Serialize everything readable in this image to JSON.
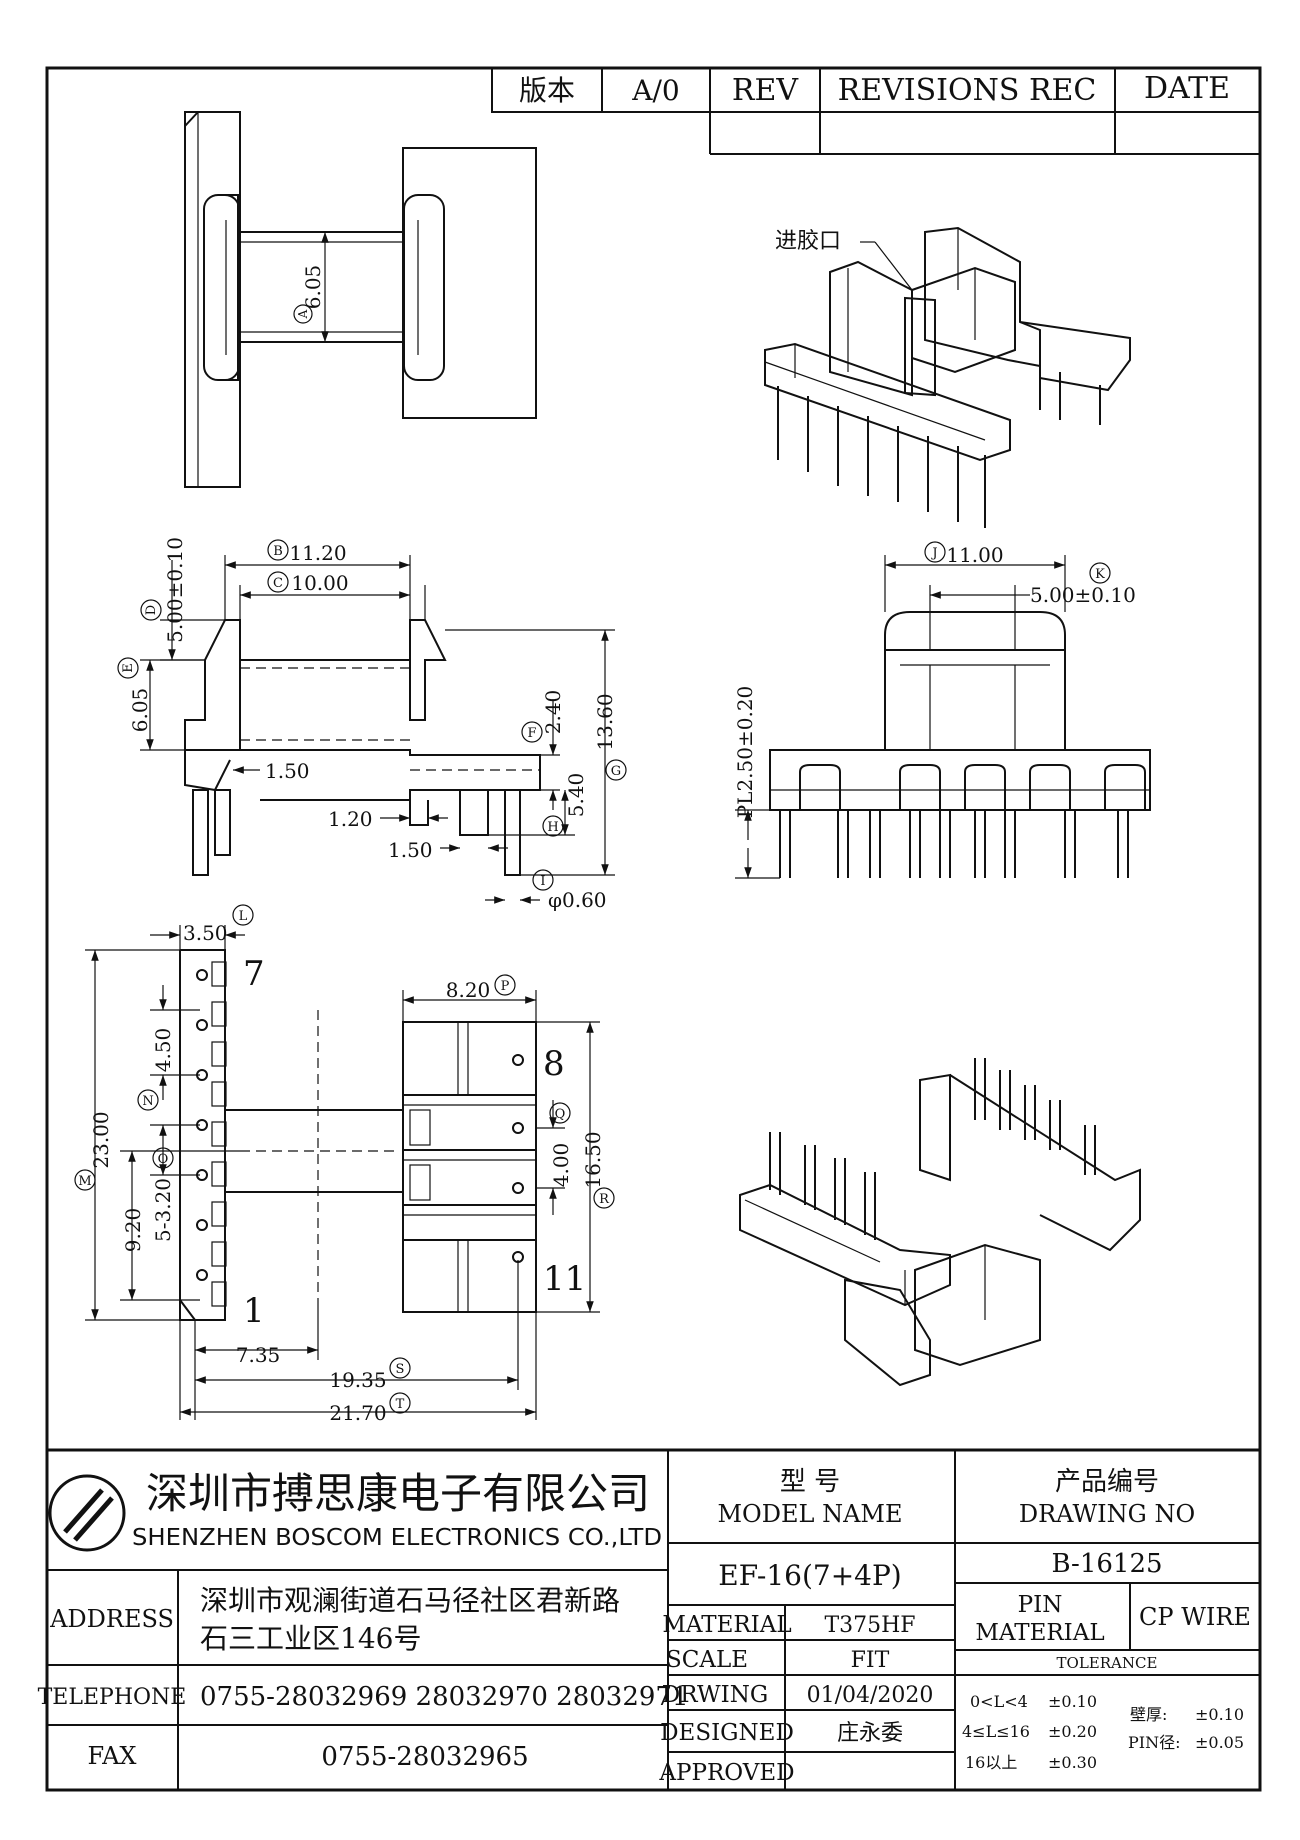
{
  "revision_block": {
    "version_label": "版本",
    "version_value": "A/0",
    "rev_label": "REV",
    "revisions_label": "REVISIONS REC",
    "date_label": "DATE"
  },
  "callouts": {
    "gate_label": "进胶口"
  },
  "dimensions": {
    "a_605": "6.05",
    "b_1120": "11.20",
    "c_1000": "10.00",
    "d_500": "5.00±0.10",
    "e_605": "6.05",
    "f_240": "2.40",
    "g_1360": "13.60",
    "h_540": "5.40",
    "d_150a": "1.50",
    "d_120": "1.20",
    "d_150b": "1.50",
    "i_060": "φ0.60",
    "j_1100": "11.00",
    "k_500": "5.00±0.10",
    "pl_250": "PL2.50±0.20",
    "l_350": "3.50",
    "m_2300": "23.00",
    "n_450": "4.50",
    "o_320": "5-3.20",
    "d_920": "9.20",
    "p_820": "8.20",
    "q_400": "4.00",
    "r_1650": "16.50",
    "d_735": "7.35",
    "s_1935": "19.35",
    "t_2170": "21.70"
  },
  "markers": {
    "A": "A",
    "B": "B",
    "C": "C",
    "D": "D",
    "E": "E",
    "F": "F",
    "G": "G",
    "H": "H",
    "I": "I",
    "J": "J",
    "K": "K",
    "L": "L",
    "M": "M",
    "N": "N",
    "O": "O",
    "P": "P",
    "Q": "Q",
    "R": "R",
    "S": "S",
    "T": "T"
  },
  "pin_numbers": {
    "p7": "7",
    "p1": "1",
    "p8": "8",
    "p11": "11"
  },
  "title_block": {
    "company_cn": "深圳市搏思康电子有限公司",
    "company_en": "SHENZHEN BOSCOM ELECTRONICS CO.,LTD",
    "address_label": "ADDRESS",
    "address_line1": "深圳市观澜街道石马径社区君新路",
    "address_line2": "石三工业区146号",
    "telephone_label": "TELEPHONE",
    "telephone_value": "0755-28032969 28032970 28032971",
    "fax_label": "FAX",
    "fax_value": "0755-28032965",
    "model_label_cn": "型    号",
    "model_label_en": "MODEL NAME",
    "drawing_label_cn": "产品编号",
    "drawing_label_en": "DRAWING NO",
    "model_value": "EF-16(7+4P)",
    "drawing_value": "B-16125",
    "material_label": "MATERIAL",
    "material_value": "T375HF",
    "pin_material_label1": "PIN",
    "pin_material_label2": "MATERIAL",
    "pin_material_value": "CP WIRE",
    "scale_label": "SCALE",
    "scale_value": "FIT",
    "drawing_date_label": "DRWING",
    "drawing_date_value": "01/04/2020",
    "designed_label": "DESIGNED",
    "designed_value": "庄永委",
    "approved_label": "APPROVED",
    "approved_value": "",
    "tolerance_label": "TOLERANCE",
    "tol_row1_range": "0<L<4",
    "tol_row1_value": "±0.10",
    "tol_row2_range": "4≤L≤16",
    "tol_row2_value": "±0.20",
    "tol_row3_range": "16以上",
    "tol_row3_value": "±0.30",
    "wall_label": "壁厚:",
    "wall_value": "±0.10",
    "pin_dia_label": "PIN径:",
    "pin_dia_value": "±0.05"
  }
}
